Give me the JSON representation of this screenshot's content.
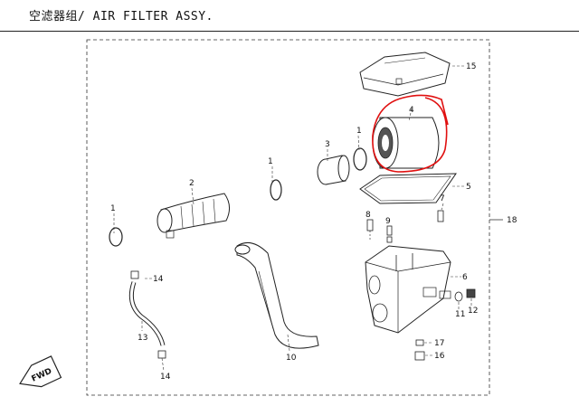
{
  "title": "空滤器组/ AIR FILTER ASSY.",
  "fwd_label": "FWD",
  "callouts": [
    "1",
    "1",
    "2",
    "3",
    "1",
    "4",
    "15",
    "5",
    "6",
    "7",
    "8",
    "9",
    "10",
    "11",
    "12",
    "13",
    "14",
    "14",
    "16",
    "17",
    "18"
  ],
  "highlight_color": "#e01010"
}
